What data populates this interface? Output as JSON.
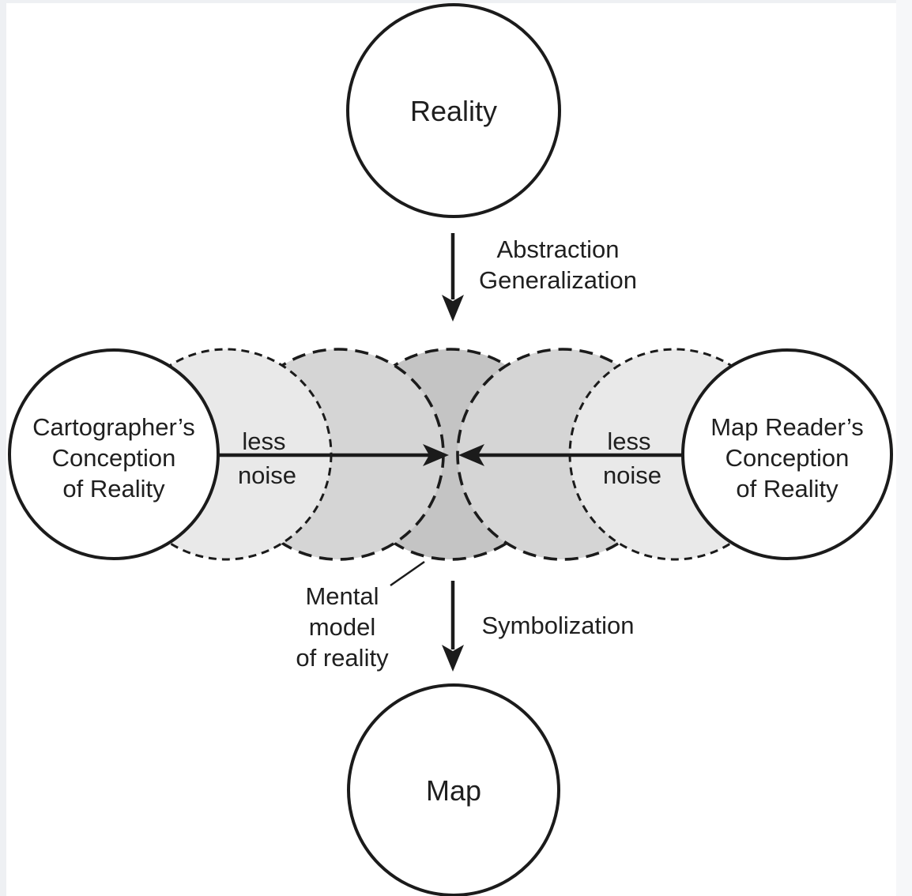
{
  "colors": {
    "stroke": "#1b1b1b",
    "text": "#1f1f1f",
    "circle_light": "#e9e9e9",
    "circle_medium": "#d5d5d5",
    "circle_dark": "#c4c4c4",
    "node_fill": "#ffffff",
    "canvas": "#ffffff",
    "page_edge_left": "#eef0f3",
    "page_edge_right": "#f6f7f9"
  },
  "nodes": {
    "reality": {
      "label": "Reality"
    },
    "map": {
      "label": "Map"
    },
    "cartographer": {
      "line1": "Cartographer’s",
      "line2": "Conception",
      "line3": "of Reality"
    },
    "map_reader": {
      "line1": "Map Reader’s",
      "line2": "Conception",
      "line3": "of Reality"
    }
  },
  "process_labels": {
    "abstraction_line1": "Abstraction",
    "abstraction_line2": "Generalization",
    "symbolization": "Symbolization"
  },
  "annotations": {
    "less_noise_left": {
      "line1": "less",
      "line2": "noise"
    },
    "less_noise_right": {
      "line1": "less",
      "line2": "noise"
    },
    "mental_model": {
      "line1": "Mental",
      "line2": "model",
      "line3": "of reality"
    }
  }
}
